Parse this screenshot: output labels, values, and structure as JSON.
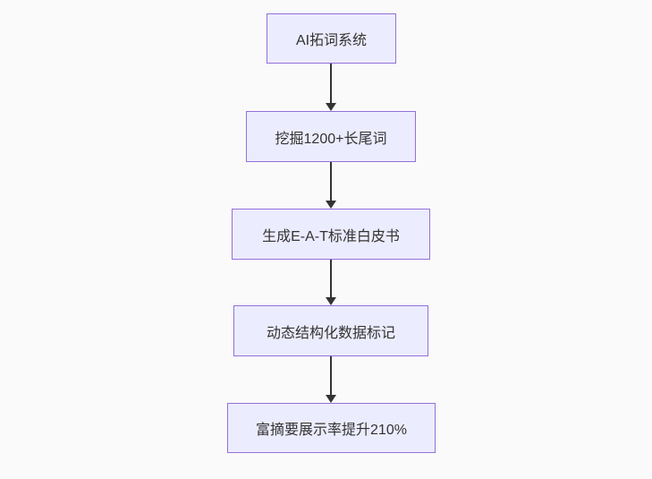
{
  "diagram": {
    "type": "flowchart-vertical",
    "background_color": "#fafafa",
    "node_fill_color": "#ECECFF",
    "node_border_color": "#9370DB",
    "node_text_color": "#333333",
    "arrow_color": "#333333",
    "nodes": [
      {
        "label": "AI拓词系统"
      },
      {
        "label": "挖掘1200+长尾词"
      },
      {
        "label": "生成E-A-T标准白皮书"
      },
      {
        "label": "动态结构化数据标记"
      },
      {
        "label": "富摘要展示率提升210%"
      }
    ],
    "edges": [
      {
        "from": "AI拓词系统",
        "to": "挖掘1200+长尾词"
      },
      {
        "from": "挖掘1200+长尾词",
        "to": "生成E-A-T标准白皮书"
      },
      {
        "from": "生成E-A-T标准白皮书",
        "to": "动态结构化数据标记"
      },
      {
        "from": "动态结构化数据标记",
        "to": "富摘要展示率提升210%"
      }
    ]
  }
}
